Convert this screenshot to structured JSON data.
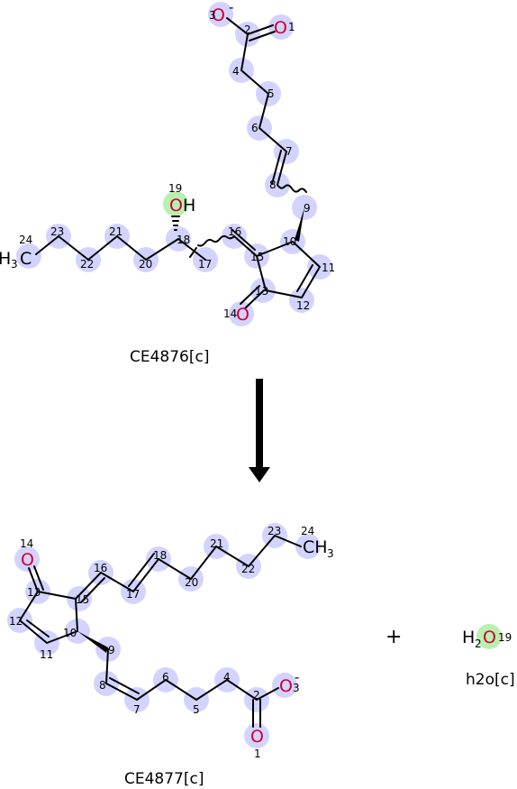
{
  "reactant": {
    "name": "CE4876[c]",
    "atom_labels": [
      "1",
      "2",
      "3",
      "4",
      "5",
      "6",
      "7",
      "8",
      "9",
      "10",
      "11",
      "12",
      "13",
      "14",
      "15",
      "16",
      "17",
      "18",
      "19",
      "20",
      "21",
      "22",
      "23",
      "24"
    ],
    "oxygen_symbol": "O",
    "hydroxyl_symbol": "H",
    "methyl": {
      "main": "H",
      "sub": "3",
      "tail": "C"
    },
    "charge": "-"
  },
  "product": {
    "name": "CE4877[c]",
    "atom_labels": [
      "1",
      "2",
      "3",
      "4",
      "5",
      "6",
      "7",
      "8",
      "9",
      "10",
      "11",
      "12",
      "13",
      "14",
      "15",
      "16",
      "17",
      "18",
      "20",
      "21",
      "22",
      "23",
      "24"
    ],
    "oxygen_symbol": "O",
    "methyl": {
      "main": "CH",
      "sub": "3"
    },
    "charge": "-"
  },
  "water": {
    "name": "h2o[c]",
    "formula_h": "H",
    "formula_sub": "2",
    "formula_o": "O",
    "atom_num": "19"
  },
  "plus_sign": "+",
  "colors": {
    "highlight": "#c8c8ff",
    "oxygen": "#cc0033",
    "hydroxyl_highlight": "#b8f0b0",
    "arrow": "#000000"
  }
}
